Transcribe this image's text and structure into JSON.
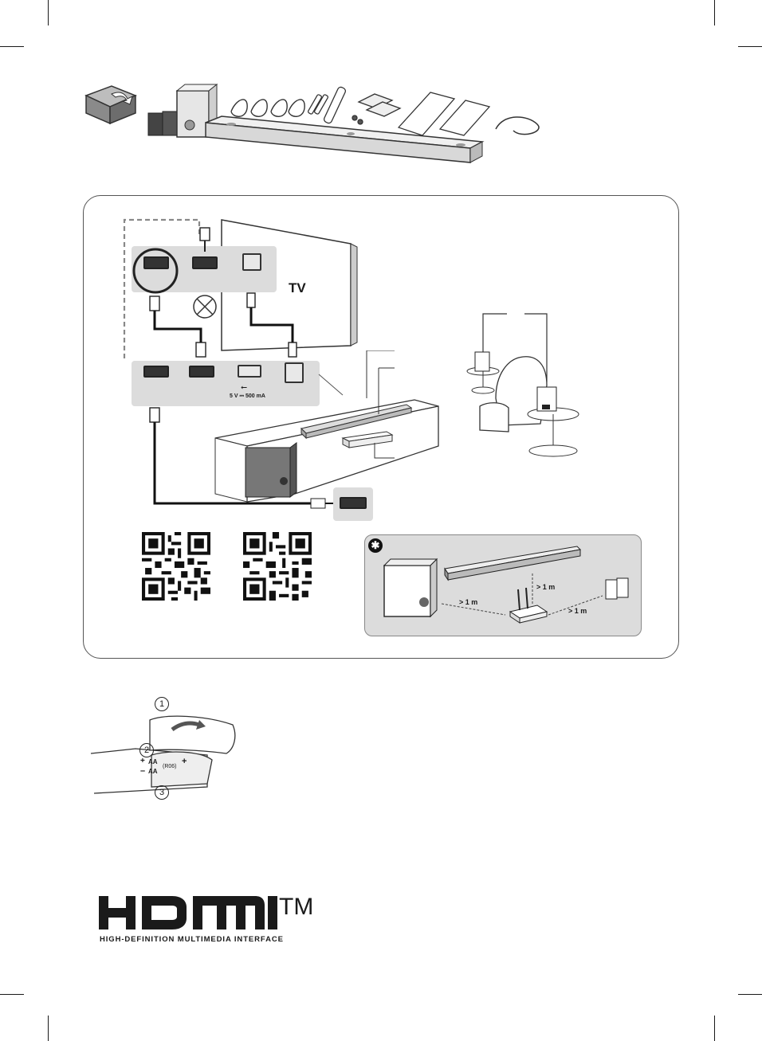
{
  "tv_label": "TV",
  "usb_spec": "5 V ⎓ 500 mA",
  "distance_labels": [
    "> 1 m",
    "> 1 m",
    "> 1 m"
  ],
  "battery_steps": [
    "1",
    "2",
    "3"
  ],
  "battery_marks": {
    "plus1": "+",
    "aa1": "AA",
    "minus": "–",
    "aa2": "AA",
    "plus2": "+",
    "r06": "(R06)"
  },
  "note_symbol": "✱",
  "hdmi_logo": {
    "tm": "TM",
    "subtitle": "HIGH-DEFINITION MULTIMEDIA INTERFACE"
  }
}
